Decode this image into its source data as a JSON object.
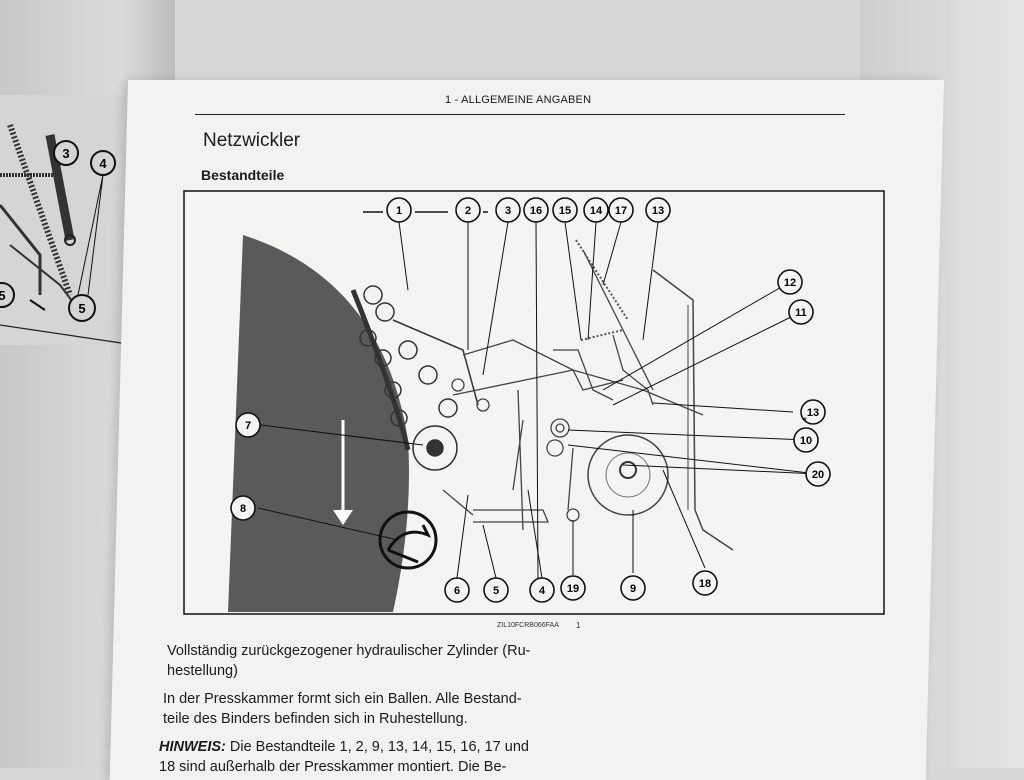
{
  "header": {
    "running_title": "1 - ALLGEMEINE ANGABEN"
  },
  "section": {
    "title": "Netzwickler",
    "subtitle": "Bestandteile"
  },
  "figure": {
    "code": "ZIL10FCRB066FAA",
    "number": "1",
    "callouts": [
      "1",
      "2",
      "3",
      "16",
      "15",
      "14",
      "17",
      "13",
      "12",
      "11",
      "13",
      "10",
      "20",
      "7",
      "8",
      "6",
      "5",
      "4",
      "19",
      "9",
      "18"
    ]
  },
  "left_page_callouts": [
    "3",
    "4",
    "5",
    "5"
  ],
  "body": {
    "para1": [
      "Vollständig zurückgezogener hydraulischer Zylinder (Ru-",
      "hestellung)"
    ],
    "para2": [
      "In der Presskammer formt sich ein Ballen. Alle Bestand-",
      "teile des Binders befinden sich in Ruhestellung."
    ],
    "note_label": "HINWEIS:",
    "note_lines": [
      " Die Bestandteile 1, 2, 9, 13, 14, 15, 16, 17 und",
      "18 sind außerhalb der Presskammer montiert. Die Be-"
    ]
  }
}
